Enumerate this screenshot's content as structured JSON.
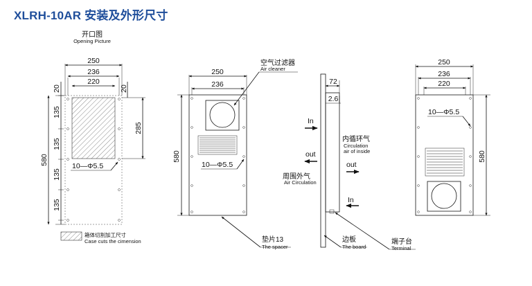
{
  "title": "XLRH-10AR 安装及外形尺寸",
  "opening": {
    "title_cn": "开口图",
    "title_en": "Opening Picture",
    "w_outer": "250",
    "w_mid": "236",
    "w_inner": "220",
    "top_margin": "20",
    "top_margin_right": "20",
    "h_total": "580",
    "seg1": "135",
    "seg2": "135",
    "seg3": "135",
    "seg4": "135",
    "h_right": "285",
    "holes": "10—Φ5.5"
  },
  "legend": {
    "cn": "箱体切割加工尺寸",
    "en": "Case cuts the cimension"
  },
  "front": {
    "w_outer": "250",
    "w_inner": "236",
    "height": "580",
    "holes": "10—Φ5.5",
    "air_cleaner_cn": "空气过滤器",
    "air_cleaner_en": "Air cleaner",
    "circ_cn": "周围外气",
    "circ_en": "Air Circulation",
    "spacer_cn": "垫片13",
    "spacer_en": "The spacer"
  },
  "side": {
    "depth": "72",
    "gap": "2.6",
    "in_top": "In",
    "out_left": "out",
    "out_right": "out",
    "in_bottom": "In",
    "inner_cn": "内循环气",
    "inner_en1": "Circulation",
    "inner_en2": "air of inside",
    "board_cn": "边板",
    "board_en": "The board",
    "terminal_cn": "端子台",
    "terminal_en": "Terminal"
  },
  "back": {
    "w_outer": "250",
    "w_mid": "236",
    "w_inner": "220",
    "holes": "10—Φ5.5",
    "height": "580"
  }
}
